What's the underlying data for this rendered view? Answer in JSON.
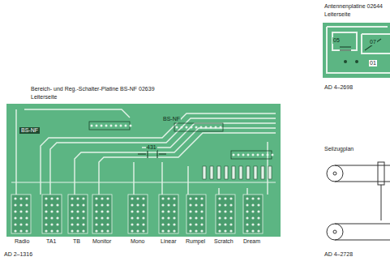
{
  "diagram": {
    "labels": [
      "Antennenplatine 02644",
      "Leiterseite",
      "Bereich- und Reg.-Schalter-Platine BS-NF 02639",
      "Leiterseite",
      "BS-NF",
      "BS-NF",
      "431",
      "Radio",
      "TA1",
      "TB",
      "Monitor",
      "Mono",
      "Linear",
      "Rumpel",
      "Scratch",
      "Dream",
      "AD 2–1316",
      "05",
      "07",
      "01",
      "AD 4–2698",
      "Seilzugplan",
      "AD 4–2728"
    ]
  }
}
